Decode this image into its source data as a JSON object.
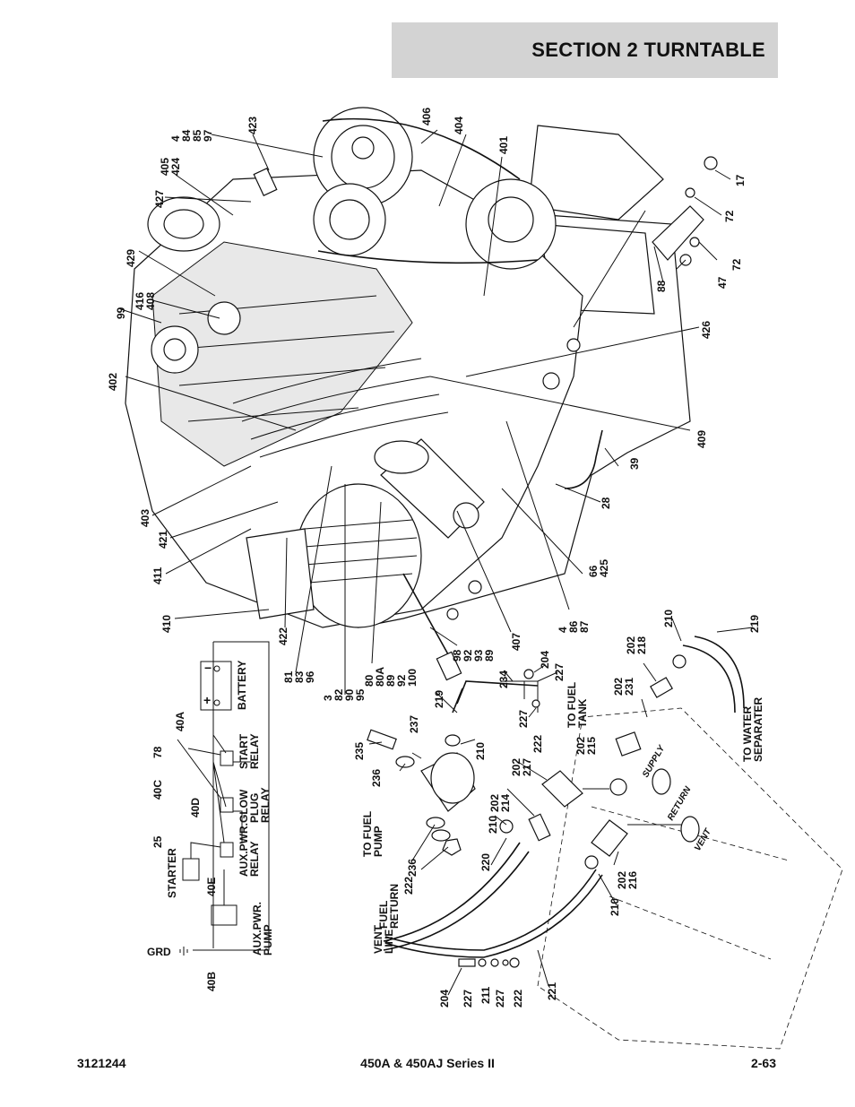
{
  "header": {
    "section_title": "SECTION 2   TURNTABLE"
  },
  "footer": {
    "left": "3121244",
    "center": "450A & 450AJ Series II",
    "right": "2-63"
  },
  "engine_callouts": [
    {
      "id": "c406",
      "lines": [
        "406"
      ]
    },
    {
      "id": "c404",
      "lines": [
        "404"
      ]
    },
    {
      "id": "c401",
      "lines": [
        "401"
      ]
    },
    {
      "id": "c423",
      "lines": [
        "423"
      ]
    },
    {
      "id": "c4",
      "lines": [
        "4",
        "84",
        "85",
        "97"
      ]
    },
    {
      "id": "c405",
      "lines": [
        "405",
        "424"
      ]
    },
    {
      "id": "c427",
      "lines": [
        "427"
      ]
    },
    {
      "id": "c17",
      "lines": [
        "17"
      ]
    },
    {
      "id": "c72a",
      "lines": [
        "72"
      ]
    },
    {
      "id": "c72b",
      "lines": [
        "72"
      ]
    },
    {
      "id": "c47",
      "lines": [
        "47"
      ]
    },
    {
      "id": "c88",
      "lines": [
        "88"
      ]
    },
    {
      "id": "c429",
      "lines": [
        "429"
      ]
    },
    {
      "id": "c99",
      "lines": [
        "99"
      ]
    },
    {
      "id": "c416",
      "lines": [
        "416",
        "408"
      ]
    },
    {
      "id": "c426",
      "lines": [
        "426"
      ]
    },
    {
      "id": "c402",
      "lines": [
        "402"
      ]
    },
    {
      "id": "c409",
      "lines": [
        "409"
      ]
    },
    {
      "id": "c39",
      "lines": [
        "39"
      ]
    },
    {
      "id": "c28",
      "lines": [
        "28"
      ]
    },
    {
      "id": "c403",
      "lines": [
        "403"
      ]
    },
    {
      "id": "c421",
      "lines": [
        "421"
      ]
    },
    {
      "id": "c66",
      "lines": [
        "66",
        "425"
      ]
    },
    {
      "id": "c411",
      "lines": [
        "411"
      ]
    },
    {
      "id": "c410",
      "lines": [
        "410"
      ]
    },
    {
      "id": "c4b",
      "lines": [
        "4",
        "86",
        "87"
      ]
    },
    {
      "id": "c422",
      "lines": [
        "422"
      ]
    },
    {
      "id": "c407",
      "lines": [
        "407"
      ]
    },
    {
      "id": "c98",
      "lines": [
        "98",
        "92",
        "93",
        "89"
      ]
    },
    {
      "id": "c81",
      "lines": [
        "81",
        "83",
        "96"
      ]
    },
    {
      "id": "c80",
      "lines": [
        "80",
        "80A",
        "89",
        "92",
        "100"
      ]
    },
    {
      "id": "c3",
      "lines": [
        "3",
        "82",
        "90",
        "95"
      ]
    }
  ],
  "fuel_callouts": [
    {
      "id": "f210a",
      "lines": [
        "210"
      ]
    },
    {
      "id": "f219a",
      "lines": [
        "219"
      ]
    },
    {
      "id": "f202a",
      "lines": [
        "202",
        "218"
      ]
    },
    {
      "id": "f202b",
      "lines": [
        "202",
        "231"
      ]
    },
    {
      "id": "f204a",
      "lines": [
        "204"
      ]
    },
    {
      "id": "f227a",
      "lines": [
        "227"
      ]
    },
    {
      "id": "f234",
      "lines": [
        "234"
      ]
    },
    {
      "id": "f219b",
      "lines": [
        "219"
      ]
    },
    {
      "id": "f237",
      "lines": [
        "237"
      ]
    },
    {
      "id": "f210b",
      "lines": [
        "210"
      ]
    },
    {
      "id": "f227b",
      "lines": [
        "227"
      ]
    },
    {
      "id": "f222a",
      "lines": [
        "222"
      ]
    },
    {
      "id": "f202c",
      "lines": [
        "202",
        "215"
      ]
    },
    {
      "id": "f235",
      "lines": [
        "235"
      ]
    },
    {
      "id": "f236a",
      "lines": [
        "236"
      ]
    },
    {
      "id": "f202d",
      "lines": [
        "202",
        "217"
      ]
    },
    {
      "id": "f202e",
      "lines": [
        "202",
        "214"
      ]
    },
    {
      "id": "f210c",
      "lines": [
        "210"
      ]
    },
    {
      "id": "f236b",
      "lines": [
        "236"
      ]
    },
    {
      "id": "f222b",
      "lines": [
        "222"
      ]
    },
    {
      "id": "f220",
      "lines": [
        "220"
      ]
    },
    {
      "id": "f202f",
      "lines": [
        "202",
        "216"
      ]
    },
    {
      "id": "f210d",
      "lines": [
        "210"
      ]
    },
    {
      "id": "f221",
      "lines": [
        "221"
      ]
    },
    {
      "id": "f204b",
      "lines": [
        "204"
      ]
    },
    {
      "id": "f227c",
      "lines": [
        "227"
      ]
    },
    {
      "id": "f211",
      "lines": [
        "211"
      ]
    },
    {
      "id": "f227d",
      "lines": [
        "227"
      ]
    },
    {
      "id": "f222c",
      "lines": [
        "222"
      ]
    }
  ],
  "fuel_labels": {
    "to_fuel_tank": [
      "TO FUEL",
      "TANK"
    ],
    "to_water_separator": [
      "TO WATER",
      "SEPARATER"
    ],
    "to_fuel_pump": [
      "TO FUEL",
      "PUMP"
    ],
    "fuel_return": [
      "FUEL",
      "RETURN"
    ],
    "vent_line": [
      "VENT",
      "LINE"
    ],
    "supply": "SUPPLY",
    "return": "RETURN",
    "vent": "VENT"
  },
  "wiring": {
    "battery": "BATTERY",
    "start_relay": [
      "START",
      "RELAY"
    ],
    "glow_plug_relay": [
      "GLOW",
      "PLUG",
      "RELAY"
    ],
    "aux_pwr_relay": [
      "AUX.PWR.",
      "RELAY"
    ],
    "aux_pwr_pump": [
      "AUX.PWR.",
      "PUMP"
    ],
    "starter": "STARTER",
    "grd": "GRD",
    "plus": "+",
    "minus": "−",
    "wire_labels": [
      "40A",
      "78",
      "40C",
      "40D",
      "25",
      "40E",
      "40B"
    ]
  }
}
